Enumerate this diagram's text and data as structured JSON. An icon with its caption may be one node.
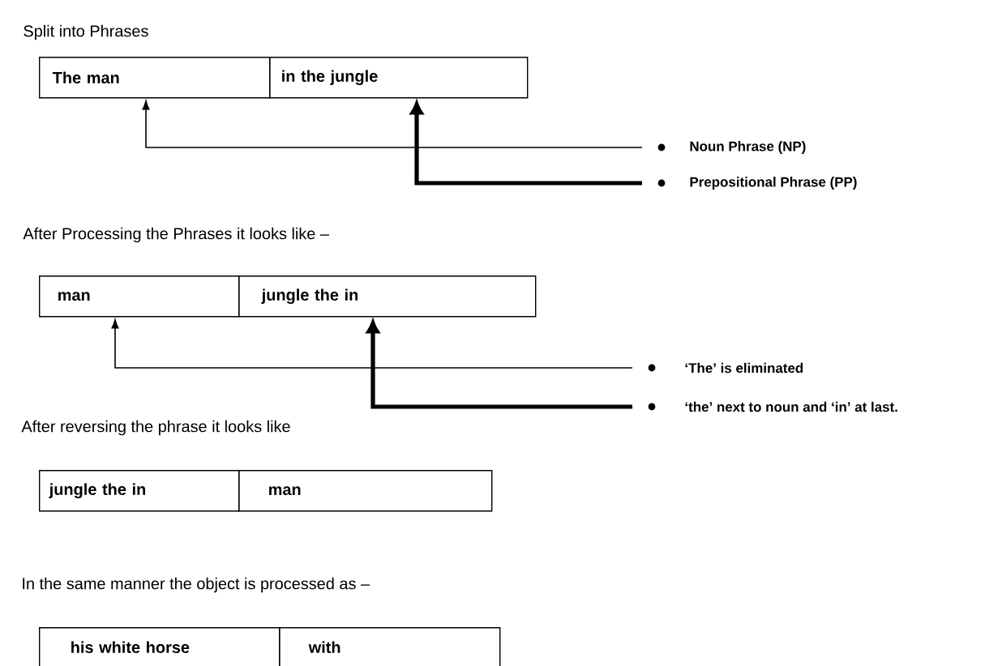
{
  "diagram": {
    "nodes": [
      {
        "text": [
          "The man"
        ]
      },
      {
        "text": [
          "in the jungle"
        ]
      },
      {
        "text": [
          "Noun Phrase (NP)"
        ]
      },
      {
        "text": [
          "Prepositional Phrase (PP)"
        ]
      },
      {
        "text": [
          "man"
        ]
      },
      {
        "text": [
          "jungle the in"
        ]
      },
      {
        "text": [
          "‘The’ is eliminated"
        ]
      },
      {
        "text": [
          "‘the’ next to noun and ‘in’ at last."
        ]
      },
      {
        "text": [
          "jungle the in"
        ]
      },
      {
        "text": [
          "man"
        ]
      },
      {
        "text": [
          "his white horse"
        ]
      },
      {
        "text": [
          "with"
        ]
      }
    ],
    "edges": [
      {
        "from": 2,
        "to": 0,
        "arrow": "to"
      },
      {
        "from": 3,
        "to": 1,
        "arrow": "to",
        "style": "thick"
      },
      {
        "from": 6,
        "to": 4,
        "arrow": "to"
      },
      {
        "from": 7,
        "to": 5,
        "arrow": "to",
        "style": "thick"
      }
    ],
    "labels": [
      "Split into Phrases",
      "After Processing the Phrases it looks like –",
      "After reversing the phrase it looks like",
      "In the same manner the object is processed as –"
    ]
  }
}
